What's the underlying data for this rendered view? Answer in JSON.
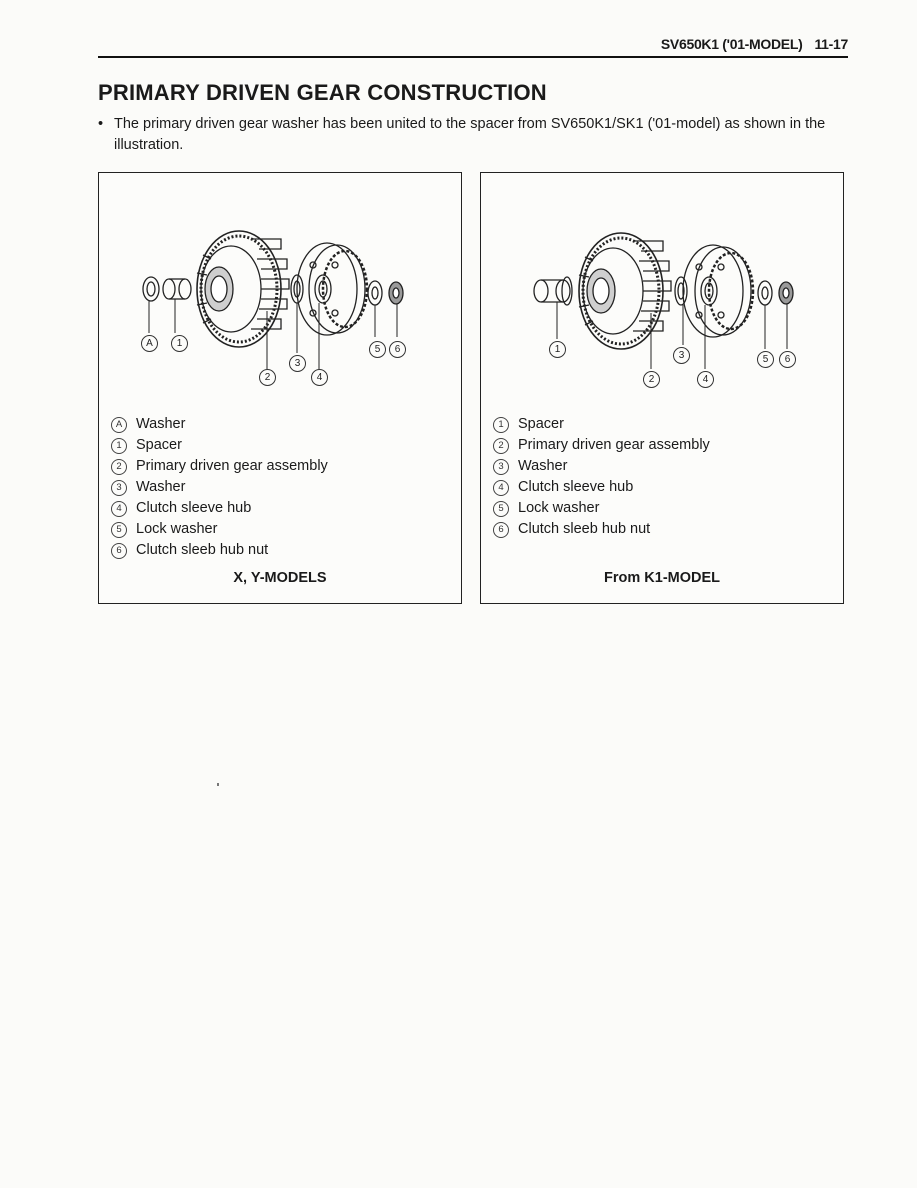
{
  "header": {
    "model": "SV650K1 ('01-MODEL)",
    "page_number": "11-17"
  },
  "title": "PRIMARY DRIVEN GEAR CONSTRUCTION",
  "bullet": {
    "marker": "•",
    "text": "The primary driven gear washer has been united to the spacer from SV650K1/SK1 ('01-model) as shown in the illustration."
  },
  "panels": [
    {
      "callouts": [
        "A",
        "1",
        "2",
        "3",
        "4",
        "5",
        "6"
      ],
      "legend": [
        {
          "num": "A",
          "label": "Washer"
        },
        {
          "num": "1",
          "label": "Spacer"
        },
        {
          "num": "2",
          "label": "Primary driven gear assembly"
        },
        {
          "num": "3",
          "label": "Washer"
        },
        {
          "num": "4",
          "label": "Clutch sleeve hub"
        },
        {
          "num": "5",
          "label": "Lock washer"
        },
        {
          "num": "6",
          "label": "Clutch sleeb hub nut"
        }
      ],
      "caption": "X, Y-MODELS"
    },
    {
      "callouts": [
        "1",
        "2",
        "3",
        "4",
        "5",
        "6"
      ],
      "legend": [
        {
          "num": "1",
          "label": "Spacer"
        },
        {
          "num": "2",
          "label": "Primary driven gear assembly"
        },
        {
          "num": "3",
          "label": "Washer"
        },
        {
          "num": "4",
          "label": "Clutch sleeve hub"
        },
        {
          "num": "5",
          "label": "Lock washer"
        },
        {
          "num": "6",
          "label": "Clutch sleeb hub nut"
        }
      ],
      "caption": "From K1-MODEL"
    }
  ]
}
